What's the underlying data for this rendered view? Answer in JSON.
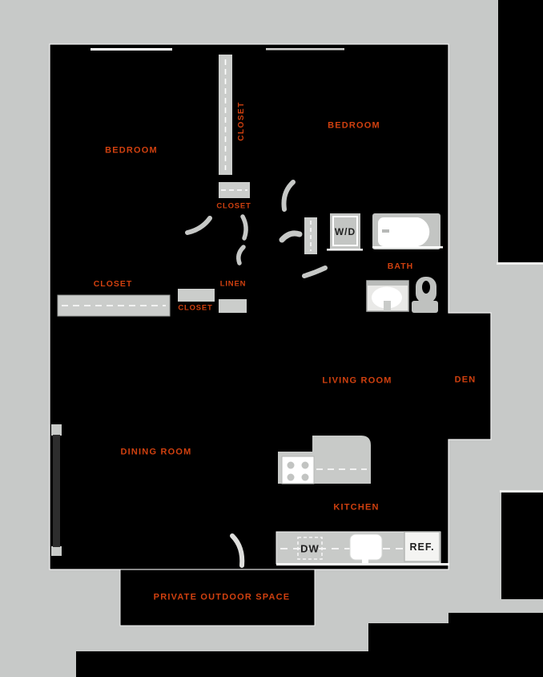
{
  "plan": {
    "type": "apartment-floor-plan",
    "colors": {
      "background": "#c7c9c8",
      "wall_fill": "#000000",
      "fixture_gray": "#cbcdcb",
      "room_label": "#d0400f",
      "appliance_text": "#1f1f1f",
      "window_band": "#2d2d2d",
      "outline_white": "#f2f2f2"
    },
    "rooms": {
      "bedroom_left": "BEDROOM",
      "bedroom_right": "BEDROOM",
      "closet_vertical": "CLOSET",
      "closet_hall": "CLOSET",
      "closet_left": "CLOSET",
      "closet_mid": "CLOSET",
      "linen": "LINEN",
      "bath": "BATH",
      "living_room": "LIVING ROOM",
      "den": "DEN",
      "dining_room": "DINING ROOM",
      "kitchen": "KITCHEN",
      "outdoor": "PRIVATE OUTDOOR SPACE"
    },
    "appliances": {
      "washer_dryer": "W/D",
      "dishwasher": "DW",
      "refrigerator": "REF."
    }
  }
}
